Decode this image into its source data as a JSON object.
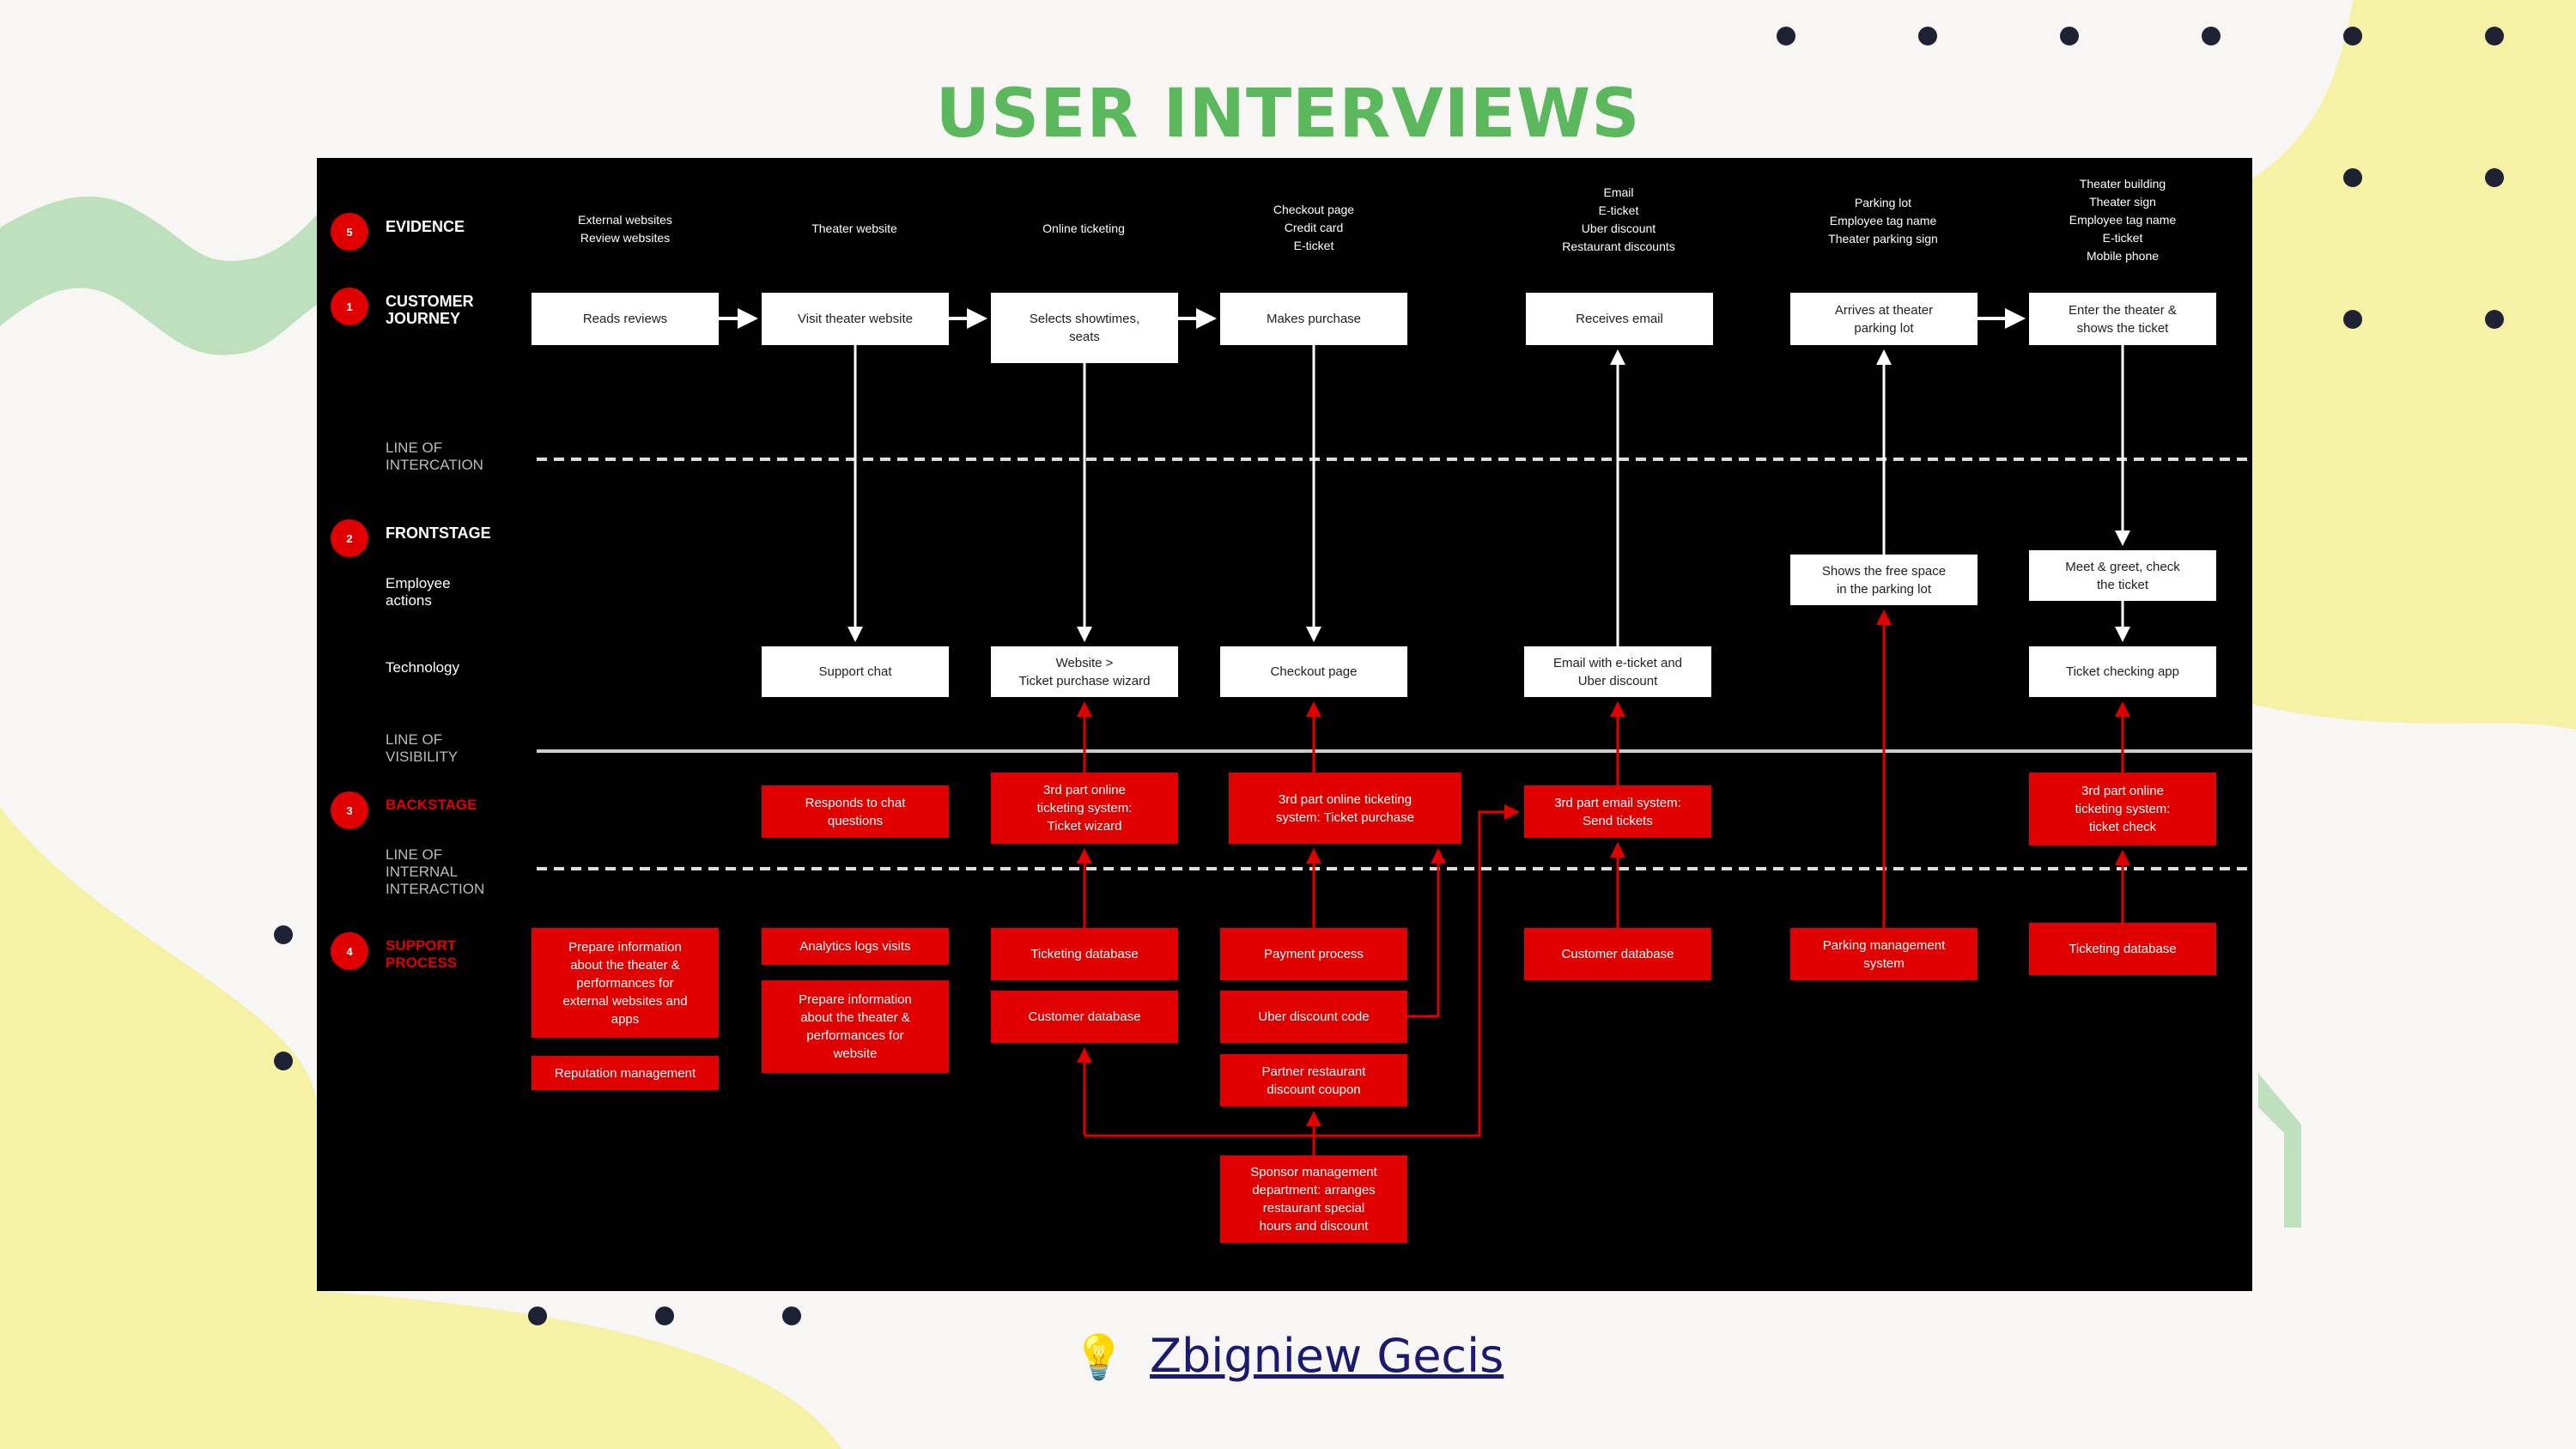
{
  "title": "USER INTERVIEWS",
  "footer": {
    "icon": "lightbulb-icon",
    "icon_glyph": "💡",
    "author_link": "Zbigniew Gecis"
  },
  "colors": {
    "title_green": "#5cb85c",
    "blueprint_red": "#e00000",
    "board_bg": "#000000",
    "link_navy": "#1a1a70",
    "deco_yellow": "#f5f2a6",
    "deco_green": "#bfe0bc",
    "dot": "#1e2235"
  },
  "lanes": [
    {
      "badge": "5",
      "label": "EVIDENCE",
      "style": "bold"
    },
    {
      "badge": "1",
      "label": "CUSTOMER\nJOURNEY",
      "style": "bold"
    },
    {
      "badge": "",
      "label": "LINE OF\nINTERCATION",
      "style": "dim"
    },
    {
      "badge": "2",
      "label": "FRONTSTAGE",
      "style": "bold"
    },
    {
      "badge": "",
      "label": "Employee\nactions",
      "style": "plain"
    },
    {
      "badge": "",
      "label": "Technology",
      "style": "plain"
    },
    {
      "badge": "",
      "label": "LINE OF\nVISIBILITY",
      "style": "dim"
    },
    {
      "badge": "3",
      "label": "BACKSTAGE",
      "style": "red"
    },
    {
      "badge": "",
      "label": "LINE OF\nINTERNAL\nINTERACTION",
      "style": "dim"
    },
    {
      "badge": "4",
      "label": "SUPPORT\nPROCESS",
      "style": "red"
    }
  ],
  "evidence": [
    "External websites\nReview websites",
    "Theater website",
    "Online ticketing",
    "Checkout page\nCredit card\nE-ticket",
    "Email\nE-ticket\nUber discount\nRestaurant discounts",
    "Parking lot\nEmployee tag name\nTheater parking sign",
    "Theater building\nTheater sign\nEmployee tag name\nE-ticket\nMobile phone"
  ],
  "customer_journey": [
    "Reads reviews",
    "Visit theater website",
    "Selects showtimes,\nseats",
    "Makes purchase",
    "Receives email",
    "Arrives at theater\nparking lot",
    "Enter the theater &\nshows the ticket"
  ],
  "employee_actions": [
    "Shows the free space\nin the parking lot",
    "Meet & greet, check\nthe ticket"
  ],
  "technology": [
    "Support chat",
    "Website >\nTicket purchase wizard",
    "Checkout page",
    "Email with e-ticket and\nUber discount",
    "Ticket checking app"
  ],
  "backstage": [
    "Responds to chat\nquestions",
    "3rd part online\nticketing system:\nTicket wizard",
    "3rd part online ticketing\nsystem: Ticket purchase",
    "3rd part email system:\nSend tickets",
    "3rd part online\nticketing system:\nticket check"
  ],
  "support": [
    "Prepare information\nabout the theater &\nperformances for\nexternal websites and\napps",
    "Reputation management",
    "Analytics logs visits",
    "Prepare information\nabout the theater &\nperformances for\nwebsite",
    "Ticketing database",
    "Customer database",
    "Payment process",
    "Uber discount code",
    "Partner restaurant\ndiscount coupon",
    "Sponsor management\ndepartment: arranges\nrestaurant special\nhours and discount",
    "Customer database",
    "Parking management\nsystem",
    "Ticketing database"
  ]
}
